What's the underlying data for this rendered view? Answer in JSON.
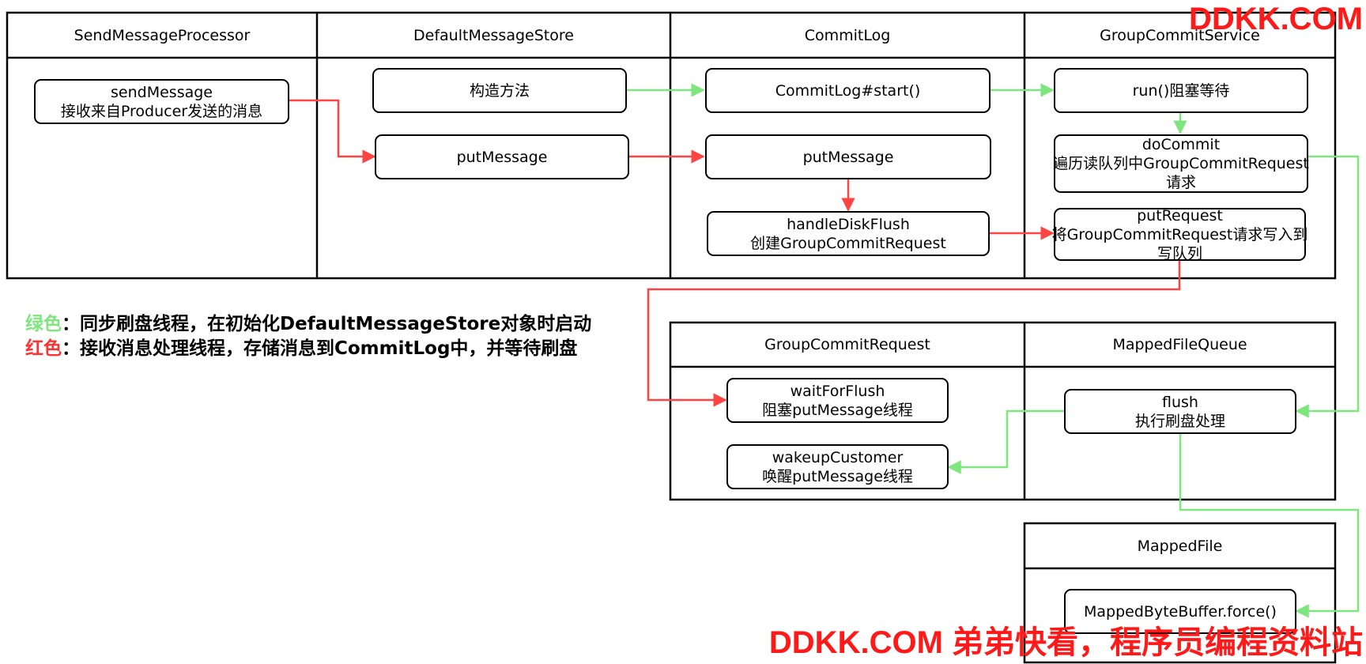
{
  "lanes": {
    "send_processor": "SendMessageProcessor",
    "default_store": "DefaultMessageStore",
    "commit_log": "CommitLog",
    "group_commit_service": "GroupCommitService",
    "group_commit_request": "GroupCommitRequest",
    "mapped_file_queue": "MappedFileQueue",
    "mapped_file": "MappedFile"
  },
  "nodes": {
    "send_message": {
      "line1": "sendMessage",
      "line2": "接收来自Producer发送的消息"
    },
    "constructor": {
      "line1": "构造方法"
    },
    "store_put_message": {
      "line1": "putMessage"
    },
    "commitlog_start": {
      "line1": "CommitLog#start()"
    },
    "commitlog_put_message": {
      "line1": "putMessage"
    },
    "handle_disk_flush": {
      "line1": "handleDiskFlush",
      "line2": "创建GroupCommitRequest"
    },
    "run_wait": {
      "line1": "run()阻塞等待"
    },
    "do_commit": {
      "line1": "doCommit",
      "line2": "遍历读队列中GroupCommitRequest",
      "line3": "请求"
    },
    "put_request": {
      "line1": "putRequest",
      "line2": "将GroupCommitRequest请求写入到",
      "line3": "写队列"
    },
    "wait_for_flush": {
      "line1": "waitForFlush",
      "line2": "阻塞putMessage线程"
    },
    "wakeup_customer": {
      "line1": "wakeupCustomer",
      "line2": "唤醒putMessage线程"
    },
    "flush": {
      "line1": "flush",
      "line2": "执行刷盘处理"
    },
    "force": {
      "line1": "MappedByteBuffer.force()"
    }
  },
  "legend": {
    "green_label": "绿色",
    "green_text": "：同步刷盘线程，在初始化DefaultMessageStore对象时启动",
    "red_label": "红色",
    "red_text": "：接收消息处理线程，存储消息到CommitLog中，并等待刷盘"
  },
  "watermark": {
    "top": "DDKK.COM",
    "bottom": "DDKK.COM 弟弟快看，程序员编程资料站"
  },
  "colors": {
    "green_flow": "#7fe67f",
    "red_flow": "#ff4444",
    "watermark": "#ff1a1a"
  }
}
